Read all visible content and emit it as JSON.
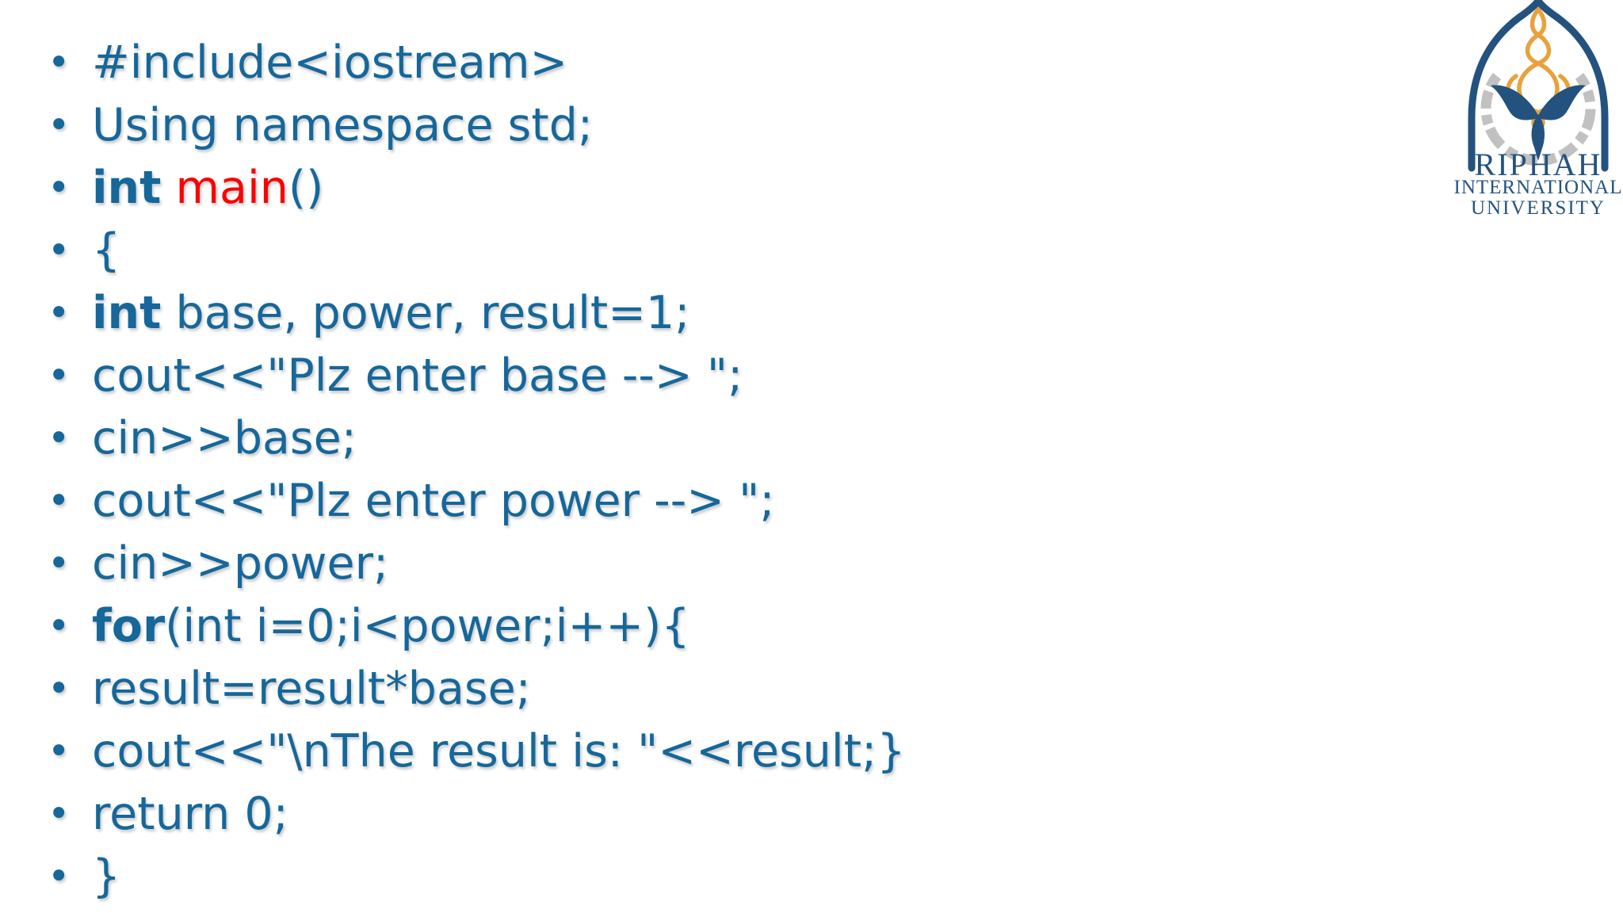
{
  "slide": {
    "background": "#ffffff",
    "bullet_glyph": "•",
    "colors": {
      "code_text": "#16679a",
      "keyword": "#16679a",
      "function_name": "#fa0202"
    },
    "bullets": [
      {
        "segments": [
          {
            "text": "#include<iostream>",
            "style": "plain"
          }
        ]
      },
      {
        "segments": [
          {
            "text": "Using namespace std;",
            "style": "plain"
          }
        ]
      },
      {
        "segments": [
          {
            "text": "int",
            "style": "keyword"
          },
          {
            "text": " ",
            "style": "plain"
          },
          {
            "text": "main",
            "style": "function"
          },
          {
            "text": "()",
            "style": "plain"
          }
        ]
      },
      {
        "segments": [
          {
            "text": "{",
            "style": "plain"
          }
        ]
      },
      {
        "segments": [
          {
            "text": "int",
            "style": "keyword"
          },
          {
            "text": " base, power, result=1;",
            "style": "plain"
          }
        ]
      },
      {
        "segments": [
          {
            "text": "cout<<\"Plz enter base --> \";",
            "style": "plain"
          }
        ]
      },
      {
        "segments": [
          {
            "text": "cin>>base;",
            "style": "plain"
          }
        ]
      },
      {
        "segments": [
          {
            "text": "cout<<\"Plz enter power --> \";",
            "style": "plain"
          }
        ]
      },
      {
        "segments": [
          {
            "text": "cin>>power;",
            "style": "plain"
          }
        ]
      },
      {
        "segments": [
          {
            "text": "for",
            "style": "keyword"
          },
          {
            "text": "(int i=0;i<power;i++){",
            "style": "plain"
          }
        ]
      },
      {
        "segments": [
          {
            "text": "result=result*base;",
            "style": "plain"
          }
        ]
      },
      {
        "segments": [
          {
            "text": "cout<<\"\\nThe result is: \"<<result;}",
            "style": "plain"
          }
        ]
      },
      {
        "segments": [
          {
            "text": "return 0;",
            "style": "plain"
          }
        ]
      },
      {
        "segments": [
          {
            "text": "}",
            "style": "plain"
          }
        ]
      }
    ]
  },
  "logo": {
    "line1": "RIPHAH",
    "line2": "INTERNATIONAL",
    "line3": "UNIVERSITY",
    "colors": {
      "primary_blue": "#24527f",
      "gold": "#e8a23c",
      "calligraphy_gray": "#b6b6b6"
    }
  }
}
